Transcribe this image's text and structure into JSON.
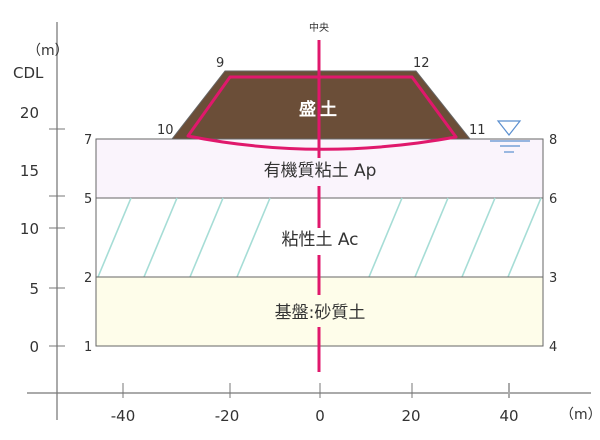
{
  "axes": {
    "y_unit": "（m）",
    "y_datum": "CDL",
    "y_ticks": [
      "20",
      "15",
      "10",
      "5",
      "0"
    ],
    "x_unit": "（m）",
    "x_ticks": [
      "-40",
      "-20",
      "0",
      "20",
      "40"
    ]
  },
  "center_label": "中央",
  "layers": {
    "embankment": "盛土",
    "organic_clay": "有機質粘土 Ap",
    "clay": "粘性土 Ac",
    "bedrock": "基盤:砂質土"
  },
  "nodes": [
    "1",
    "2",
    "3",
    "4",
    "5",
    "6",
    "7",
    "8",
    "9",
    "10",
    "11",
    "12"
  ],
  "colors": {
    "embankment": "#6b4e38",
    "organic_clay": "#faf4fc",
    "bedrock": "#fefdea",
    "hatch": "#a6ddd6",
    "slip_surface": "#e0186c",
    "water_level": "#5b8fcf"
  },
  "icons": {
    "water_level": "water-level-triangle"
  }
}
